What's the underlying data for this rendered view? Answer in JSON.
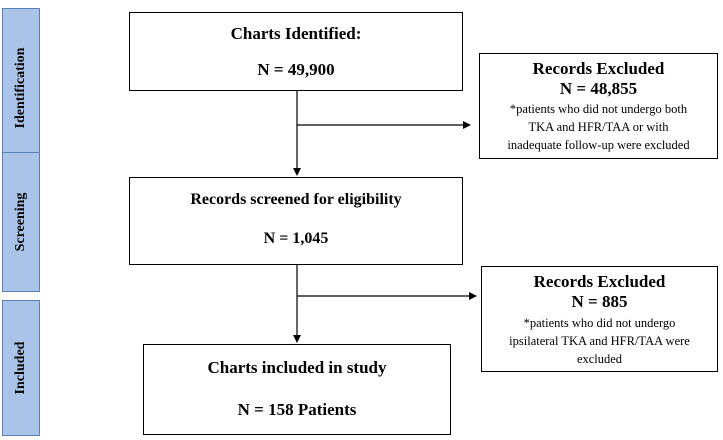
{
  "phases": {
    "identification": "Identification",
    "screening": "Screening",
    "included": "Included"
  },
  "boxes": {
    "identified": {
      "title": "Charts Identified:",
      "count": "N = 49,900"
    },
    "excluded_1": {
      "title": "Records Excluded",
      "count": "N = 48,855",
      "note_lines": [
        "*patients who did not undergo both",
        "TKA and HFR/TAA or with",
        "inadequate follow-up were excluded"
      ]
    },
    "screened": {
      "title": "Records screened for eligibility",
      "count": "N = 1,045"
    },
    "excluded_2": {
      "title": "Records Excluded",
      "count": "N = 885",
      "note_lines": [
        "*patients who did not undergo",
        "ipsilateral TKA and HFR/TAA were",
        "excluded"
      ]
    },
    "included": {
      "title": "Charts included in study",
      "count": "N = 158 Patients"
    }
  }
}
